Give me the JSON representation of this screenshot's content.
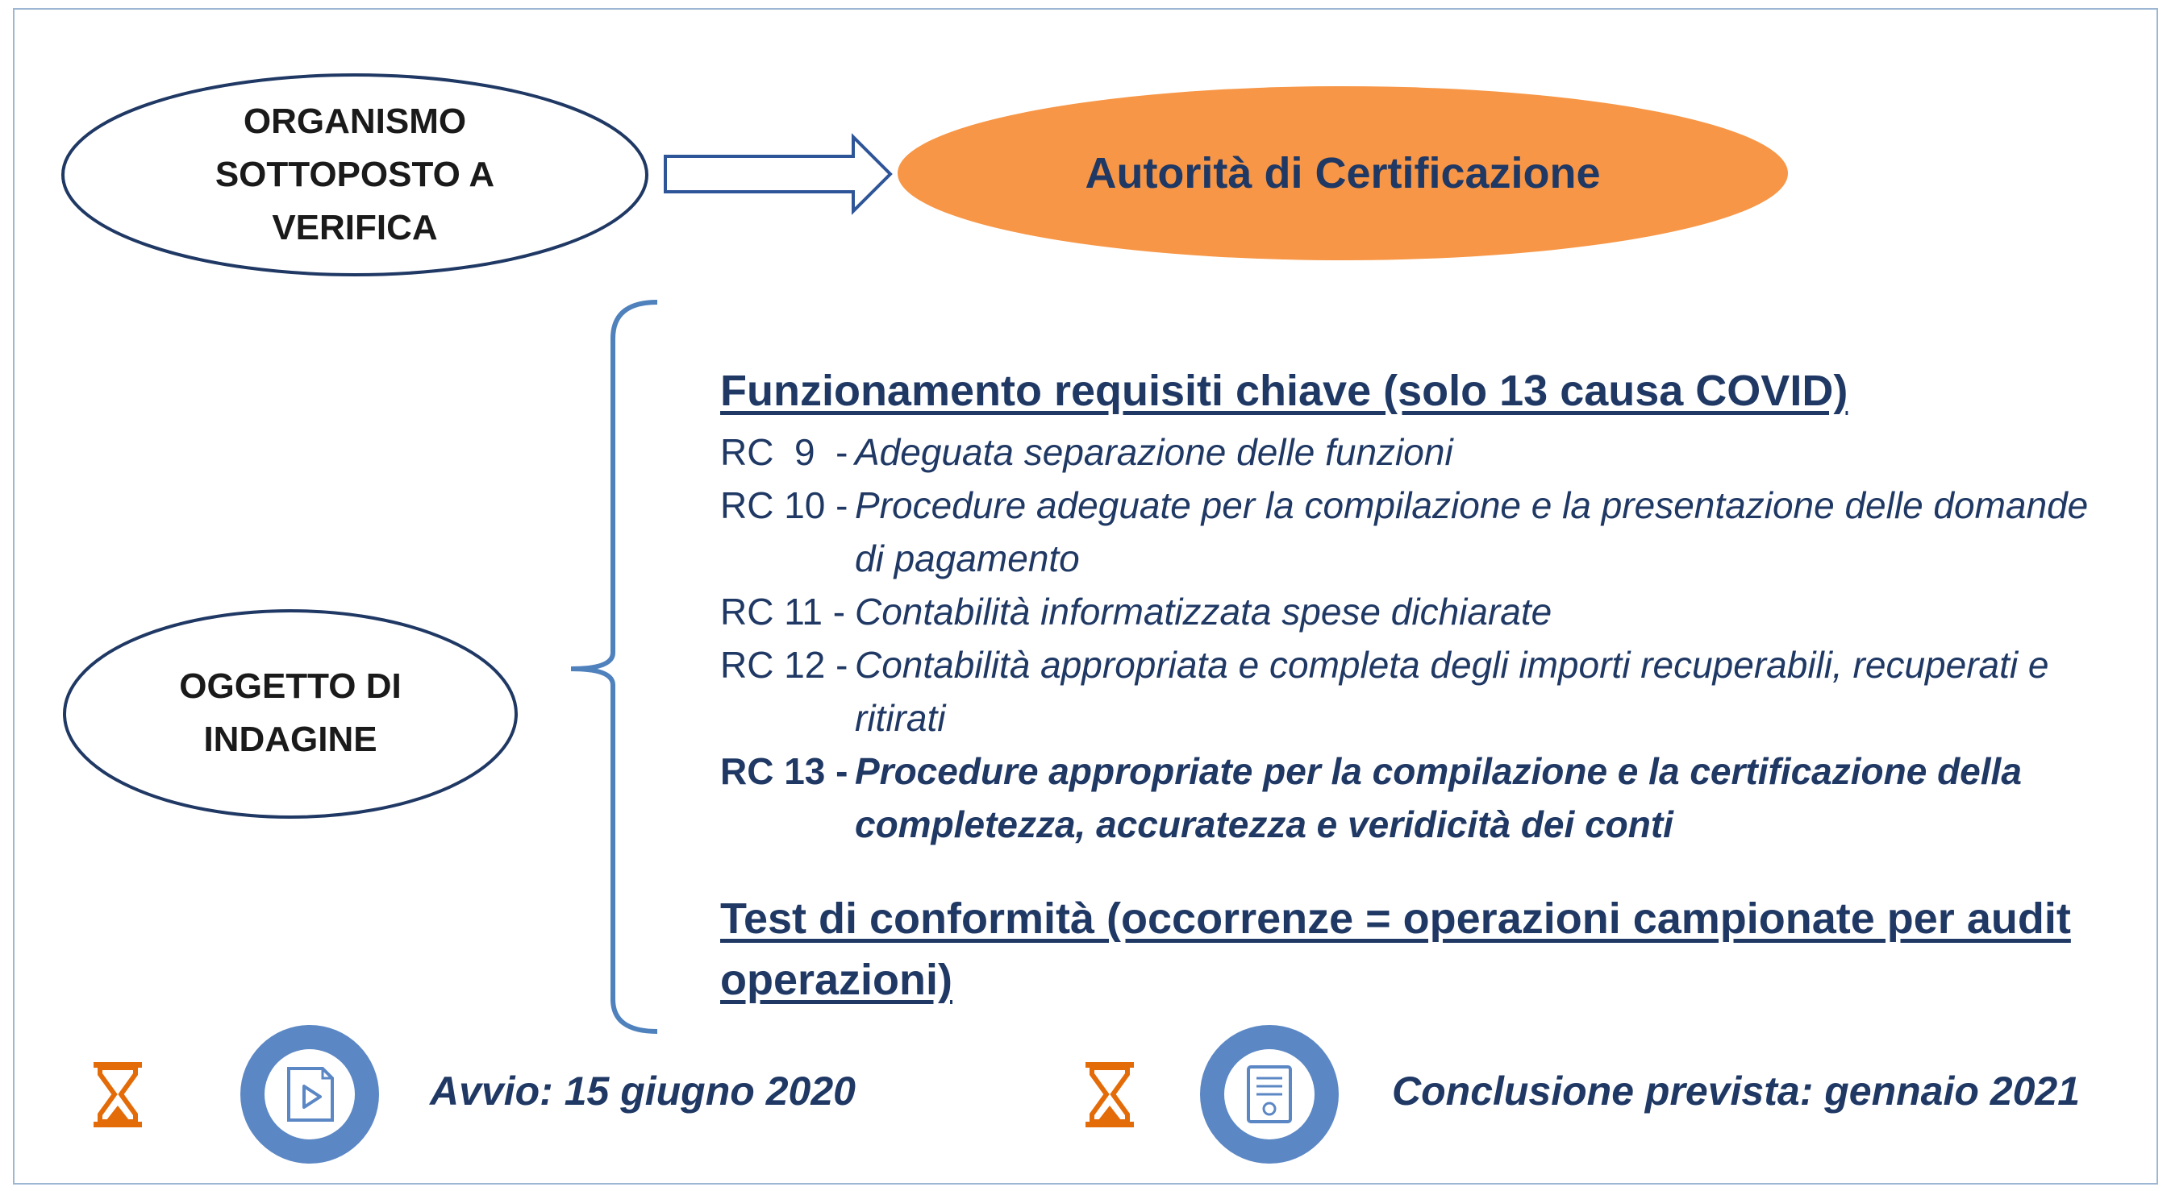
{
  "organismo": {
    "label_lines": [
      "ORGANISMO",
      "SOTTOPOSTO A",
      "VERIFICA"
    ]
  },
  "autorita": {
    "label": "Autorità di Certificazione"
  },
  "oggetto": {
    "label_lines": [
      "OGGETTO DI",
      "INDAGINE"
    ]
  },
  "section1": {
    "heading": "Funzionamento requisiti chiave (solo 13 causa COVID)",
    "items": [
      {
        "code": "RC  9  -",
        "text": "Adeguata separazione delle funzioni",
        "bold": false
      },
      {
        "code": "RC 10 -",
        "text": "Procedure adeguate per la compilazione e la presentazione delle domande di pagamento",
        "bold": false
      },
      {
        "code": "RC 11 -",
        "text": "Contabilità informatizzata spese dichiarate",
        "bold": false
      },
      {
        "code": "RC 12 -",
        "text": "Contabilità appropriata e completa degli importi recuperabili, recuperati e ritirati",
        "bold": false
      },
      {
        "code": "RC 13 -",
        "text": "Procedure appropriate per la compilazione e la certificazione della completezza, accuratezza e veridicità dei conti",
        "bold": true
      }
    ]
  },
  "section2": {
    "heading": "Test di conformità (occorrenze = operazioni campionate per audit operazioni)"
  },
  "footer": {
    "start": "Avvio: 15 giugno 2020",
    "end": "Conclusione prevista: gennaio 2021"
  },
  "icons": {
    "hourglass_left": "hourglass-icon",
    "start_icon": "video-file-icon",
    "hourglass_right": "hourglass-icon",
    "end_icon": "document-icon"
  },
  "colors": {
    "ellipse_border": "#1f3864",
    "orange": "#f79646",
    "navy_text": "#1f3864",
    "brace_blue": "#4f81bd",
    "icon_circle": "#5b87c5",
    "hourglass": "#e36c09"
  }
}
